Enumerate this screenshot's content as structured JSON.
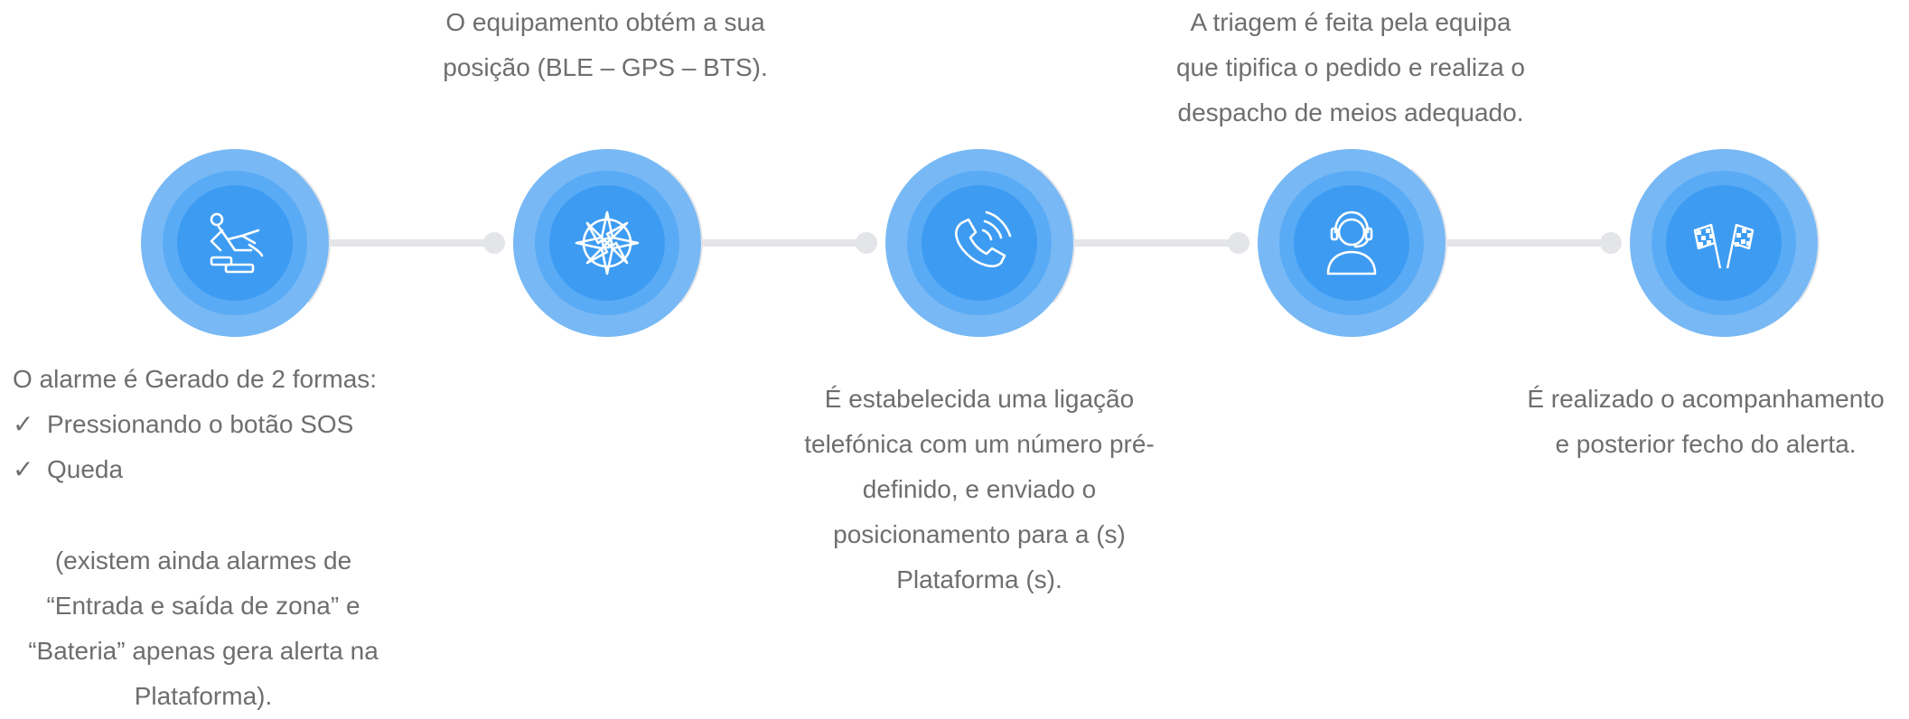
{
  "steps": [
    {
      "icon": "person-falling-icon",
      "text_below_title": "O alarme é Gerado de 2 formas:",
      "checks": [
        "Pressionando o botão SOS",
        "Queda"
      ],
      "note_lines": [
        "(existem ainda alarmes de",
        "“Entrada e saída de zona” e",
        "“Bateria” apenas gera alerta na",
        "Plataforma)."
      ]
    },
    {
      "icon": "compass-icon",
      "text_above_lines": [
        "O equipamento obtém a sua",
        "posição (BLE – GPS – BTS)."
      ]
    },
    {
      "icon": "phone-call-icon",
      "text_below_lines": [
        "É estabelecida uma ligação",
        "telefónica com um número pré-",
        "definido, e enviado o",
        "posicionamento para a (s)",
        "Plataforma (s)."
      ]
    },
    {
      "icon": "operator-headset-icon",
      "text_above_lines": [
        "A triagem é feita pela equipa",
        "que tipifica o pedido e realiza o",
        "despacho de meios adequado."
      ]
    },
    {
      "icon": "checkered-flags-icon",
      "text_below_lines": [
        "É realizado o acompanhamento",
        "e posterior fecho do alerta."
      ]
    }
  ],
  "colors": {
    "ring_outer": "#78b9f5",
    "ring_mid": "#5aabf5",
    "ring_inner": "#3d9cf2",
    "connector": "#e4e5e9",
    "text": "#6e6e6e"
  }
}
